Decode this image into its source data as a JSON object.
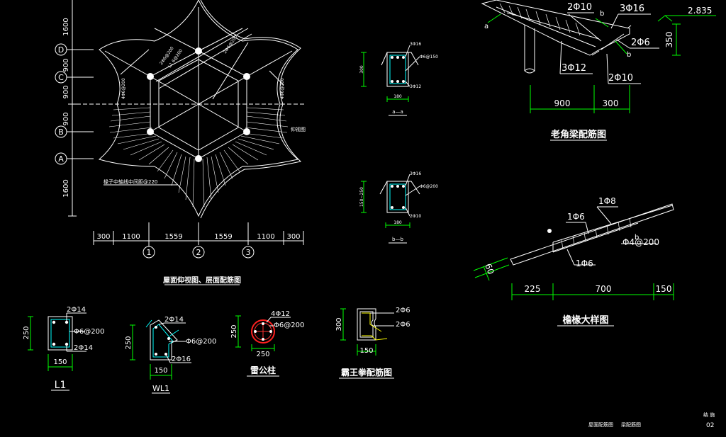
{
  "plan": {
    "axis_rows": [
      "D",
      "C",
      "B",
      "A"
    ],
    "axis_cols": [
      "1",
      "2",
      "3"
    ],
    "left_dims": [
      "1600",
      "900",
      "900",
      "900",
      "1600"
    ],
    "bottom_dims": [
      "300",
      "1100",
      "1559",
      "1559",
      "1100",
      "300"
    ],
    "note_rafter": "椽子中轴线中间距@220",
    "note_view": "仰视图",
    "caption": "屋面仰视图、层面配筋图"
  },
  "section_aa": {
    "top": "3Φ16",
    "stirrup": "Φ6@150",
    "bottom": "3Φ12",
    "height": "300",
    "width": "180",
    "label": "a—a"
  },
  "section_bb": {
    "top": "3Φ16",
    "stirrup": "Φ6@200",
    "bottom": "2Φ10",
    "height": "150~250",
    "width": "180",
    "label": "b—b"
  },
  "corner_beam": {
    "labels": [
      "2Φ10",
      "3Φ16",
      "2Φ6",
      "3Φ12",
      "2Φ10"
    ],
    "marks": [
      "a",
      "b",
      "b"
    ],
    "elev": "2.835",
    "height": "350",
    "dims": [
      "900",
      "300"
    ],
    "caption": "老角梁配筋图"
  },
  "eave_rafter": {
    "labels": [
      "1Φ8",
      "1Φ6",
      "Φ4@200",
      "1Φ6"
    ],
    "mark": "b",
    "slope_dim": "60",
    "dims": [
      "225",
      "700",
      "150"
    ],
    "caption": "檐椽大样图"
  },
  "l1": {
    "top": "2Φ14",
    "stirrup": "Φ6@200",
    "bottom": "2Φ14",
    "height": "250",
    "width": "150",
    "label": "L1"
  },
  "wl1": {
    "top": "2Φ14",
    "stirrup": "Φ6@200",
    "bottom": "2Φ16",
    "height": "250",
    "width": "150",
    "label": "WL1"
  },
  "column": {
    "main": "4Φ12",
    "stirrup": "Φ6@200",
    "height": "250",
    "width": "250",
    "caption": "雷公柱"
  },
  "bawangquan": {
    "top": "2Φ6",
    "bottom": "2Φ6",
    "height": "300",
    "width": "150",
    "caption": "霸王拳配筋图"
  },
  "title_block": {
    "label1": "屋面配筋图",
    "label2": "梁配筋图",
    "stage": "结 施",
    "sheet": "02"
  }
}
